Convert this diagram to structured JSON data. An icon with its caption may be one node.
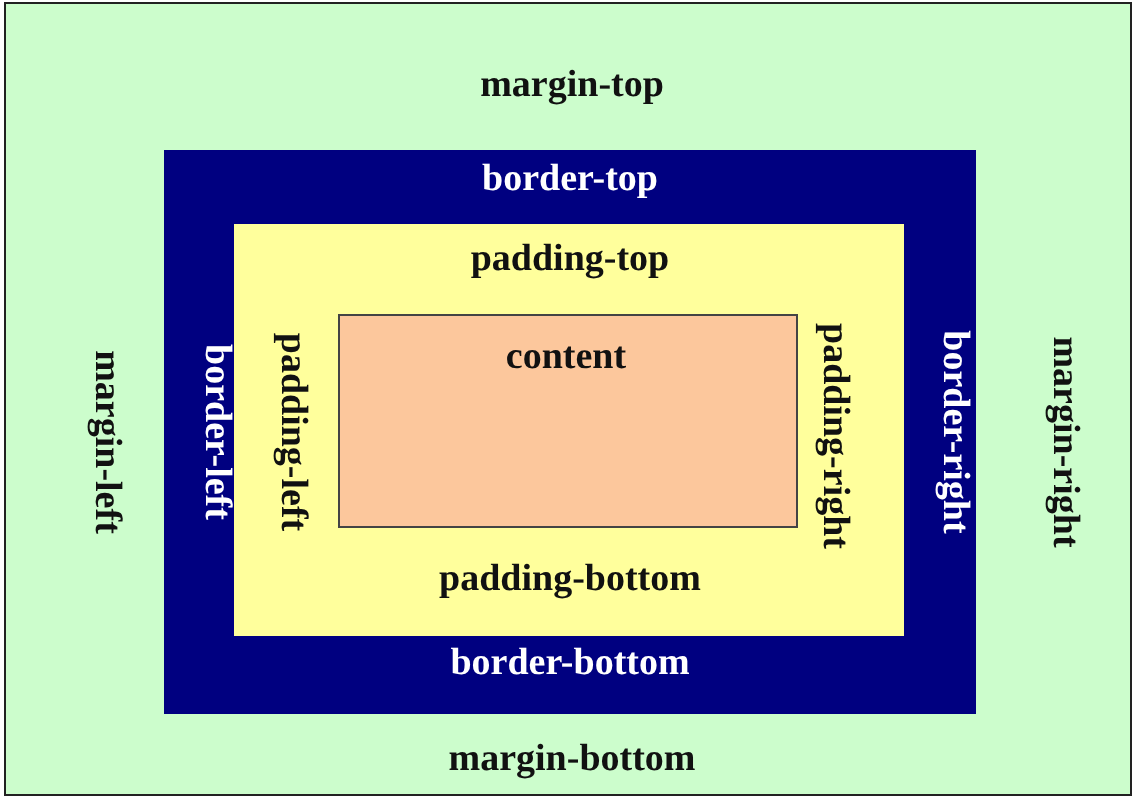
{
  "diagram": {
    "nodes": [
      {
        "text": [
          "margin-top",
          "margin-left",
          "margin-right",
          "margin-bottom"
        ]
      },
      {
        "text": [
          "border-top",
          "border-left",
          "border-right",
          "border-bottom"
        ],
        "in": 0
      },
      {
        "text": [
          "padding-top",
          "padding-left",
          "padding-right",
          "padding-bottom"
        ],
        "in": 1
      },
      {
        "text": [
          "content"
        ],
        "in": 2
      }
    ]
  }
}
